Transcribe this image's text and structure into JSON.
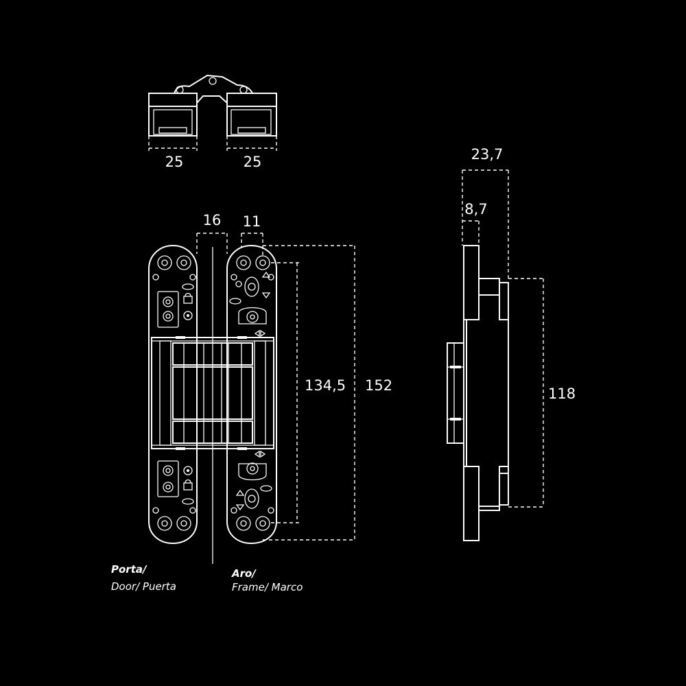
{
  "dimensions": {
    "top_left_width": "25",
    "top_right_width": "25",
    "door_offset": "16",
    "frame_offset": "11",
    "inner_height": "134,5",
    "total_height": "152",
    "side_depth": "23,7",
    "side_flange": "8,7",
    "side_height": "118"
  },
  "labels": {
    "door_title": "Porta/",
    "door_sub": "Door/ Puerta",
    "frame_title": "Aro/",
    "frame_sub": "Frame/ Marco"
  },
  "colors": {
    "background": "#000000",
    "line": "#ffffff"
  }
}
